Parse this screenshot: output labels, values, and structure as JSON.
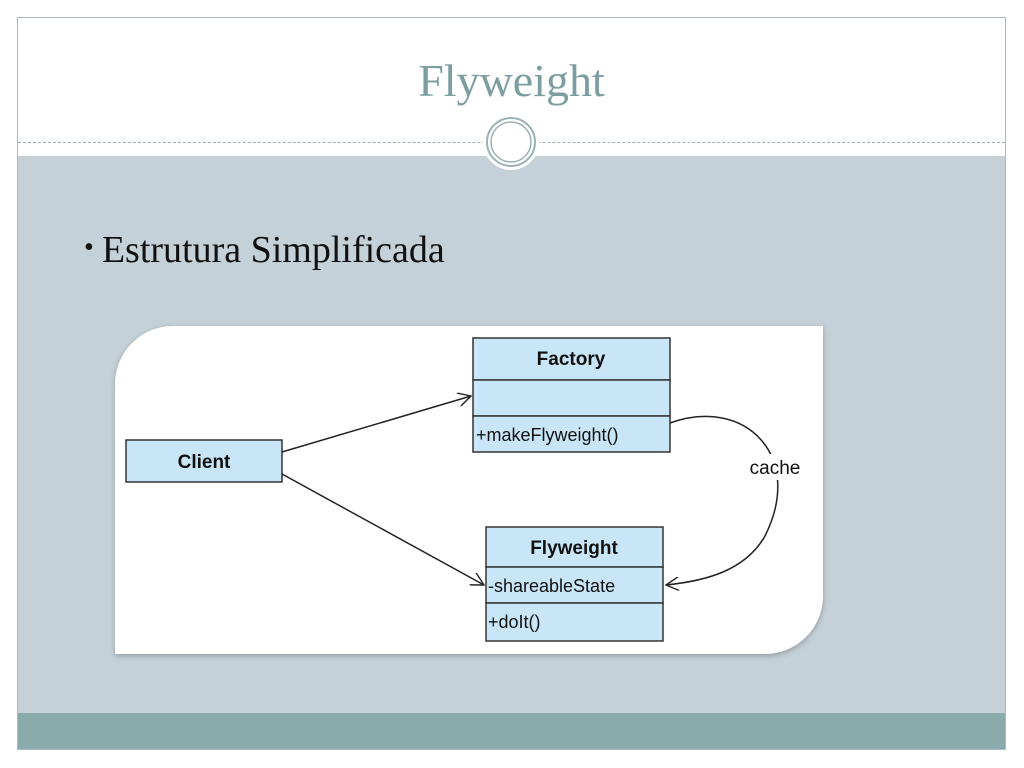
{
  "slide": {
    "title": "Flyweight",
    "bullet": "Estrutura Simplificada"
  },
  "diagram": {
    "client": {
      "name": "Client"
    },
    "factory": {
      "name": "Factory",
      "operation": "+makeFlyweight()"
    },
    "flyweight": {
      "name": "Flyweight",
      "attribute": "-shareableState",
      "operation": "+doIt()"
    },
    "cache_label": "cache",
    "colors": {
      "class_fill": "#c8e6f8",
      "class_stroke": "#333333"
    }
  }
}
